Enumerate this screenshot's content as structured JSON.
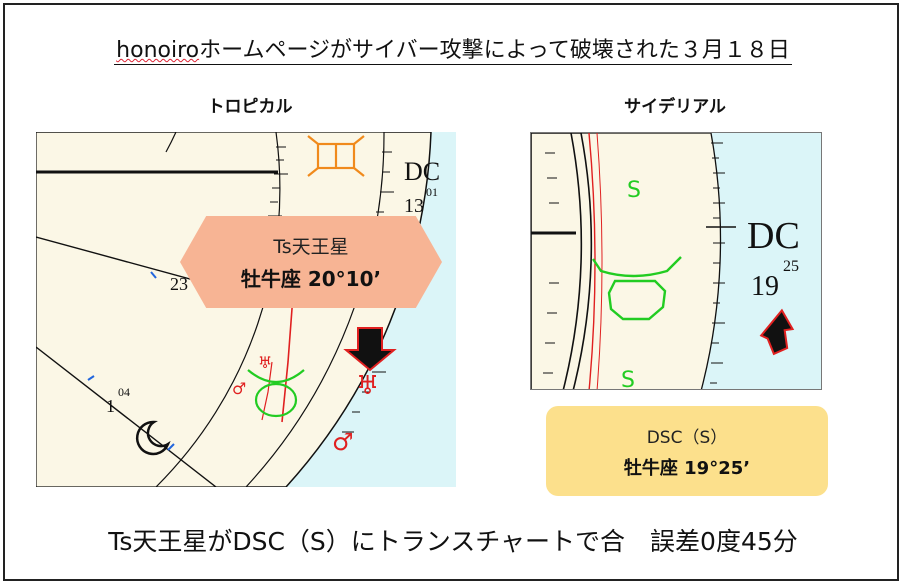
{
  "headline": {
    "latin": "honoiro",
    "rest": "ホームページがサイバー攻撃によって破壊された３月１８日"
  },
  "left_panel": {
    "label": "トロピカル",
    "chart": {
      "dc_label": "DC",
      "dc_deg": "13",
      "dc_min": "01",
      "cusp_23": "23",
      "cusp_1_deg": "1",
      "cusp_1_min": "04"
    },
    "callout": {
      "line1": "Ts天王星",
      "line2": "牡牛座 20°10’"
    }
  },
  "right_panel": {
    "label": "サイデリアル",
    "chart": {
      "dc_label": "DC",
      "dc_deg": "19",
      "dc_min": "25",
      "s_top": "S",
      "s_bottom": "S"
    },
    "callout": {
      "line1": "DSC（S）",
      "line2": "牡牛座 19°25’"
    }
  },
  "summary": "Ts天王星がDSC（S）にトランスチャートで合　誤差0度45分",
  "colors": {
    "chart_bg": "#fbf7e6",
    "outer_band": "#dbf5f8",
    "callout_left": "#f7b494",
    "callout_right": "#fce08c",
    "uranus_red": "#e02020",
    "taurus_green": "#22cc22",
    "aspect_orange": "#f08a1c",
    "tick_blue": "#2266dd"
  },
  "icons": {
    "left_arrow": "arrow-down-icon",
    "right_arrow": "arrow-up-icon",
    "uranus": "uranus-glyph-icon",
    "taurus": "taurus-glyph-icon",
    "moon": "moon-glyph-icon",
    "mars": "mars-glyph-icon"
  }
}
